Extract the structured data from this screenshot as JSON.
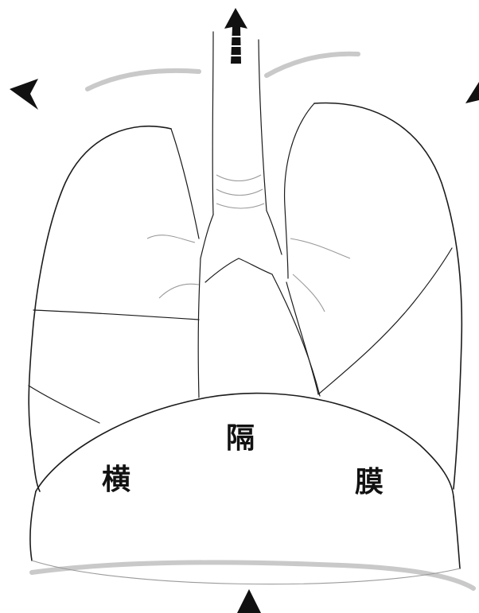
{
  "diagram": {
    "labels": {
      "left": "横",
      "center": "隔",
      "right": "膜"
    },
    "arrows": [
      {
        "name": "up-arrow-icon",
        "direction": "up"
      },
      {
        "name": "left-arrowhead-icon",
        "direction": "up-left"
      },
      {
        "name": "right-arrowhead-icon",
        "direction": "up-right"
      },
      {
        "name": "bottom-arrowhead-icon",
        "direction": "up"
      }
    ],
    "colors": {
      "ink": "#1c1c1c",
      "background": "#ffffff"
    }
  }
}
